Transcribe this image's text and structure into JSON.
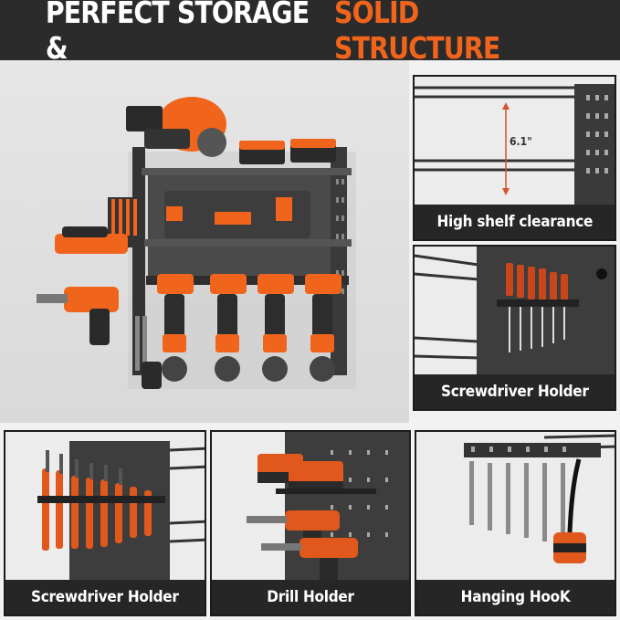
{
  "header": {
    "title_white": "PERFECT STORAGE &",
    "title_orange": "SOLID STRUCTURE"
  },
  "colors": {
    "accent": "#f0641c",
    "dark": "#262626",
    "metal": "#3a3a3a"
  },
  "panels": {
    "top_right": {
      "caption": "High shelf clearance",
      "measure": "6.1\""
    },
    "mid_right": {
      "caption": "Screwdriver Holder"
    },
    "bottom_left": {
      "caption": "Screwdriver Holder"
    },
    "bottom_mid": {
      "caption": "Drill Holder"
    },
    "bottom_right": {
      "caption": "Hanging HooK"
    }
  }
}
